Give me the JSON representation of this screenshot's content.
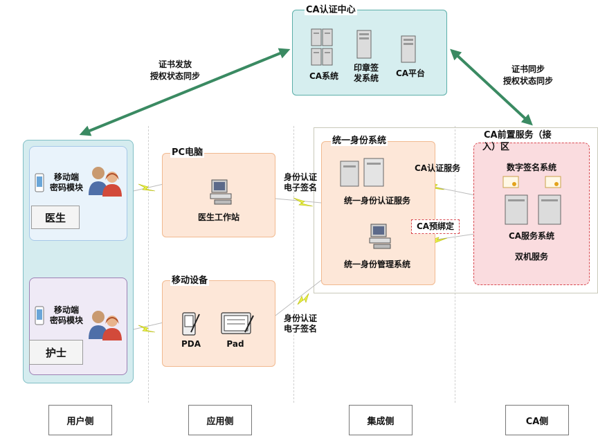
{
  "ca_center": {
    "title": "CA认证中心",
    "items": [
      {
        "label": "CA系统"
      },
      {
        "label_line1": "印章签",
        "label_line2": "发系统"
      },
      {
        "label": "CA平台"
      }
    ]
  },
  "links": {
    "left_top_line1": "证书发放",
    "left_top_line2": "授权状态同步",
    "right_top_line1": "证书同步",
    "right_top_line2": "授权状态同步",
    "auth_pc_line1": "身份认证",
    "auth_pc_line2": "电子签名",
    "auth_mobile_line1": "身份认证",
    "auth_mobile_line2": "电子签名",
    "ca_auth_service": "CA认证服务",
    "ca_prebind": "CA预绑定"
  },
  "user_side": {
    "doctor": {
      "module_line1": "移动端",
      "module_line2": "密码模块",
      "role": "医生"
    },
    "nurse": {
      "module_line1": "移动端",
      "module_line2": "密码模块",
      "role": "护士"
    }
  },
  "app_side": {
    "pc": {
      "title": "PC电脑",
      "label": "医生工作站"
    },
    "mobile": {
      "title": "移动设备",
      "pda": "PDA",
      "pad": "Pad"
    }
  },
  "integration": {
    "title": "统一身份系统",
    "auth_service": "统一身份认证服务",
    "mgmt_system": "统一身份管理系统"
  },
  "ca_front": {
    "title_line1": "CA前置服务（接",
    "title_line2": "入）区",
    "digital_sign": "数字签名系统",
    "ca_service": "CA服务系统",
    "dual": "双机服务"
  },
  "bottom": [
    "用户侧",
    "应用侧",
    "集成侧",
    "CA侧"
  ],
  "colors": {
    "ca_center_fill": "#d6eeef",
    "ca_center_border": "#5aaea8",
    "user_panel": "#d5ecef",
    "doctor_fill": "#e9f3fb",
    "nurse_fill": "#efeaf6",
    "app_fill": "#fde7d8",
    "app_border": "#f1b98f",
    "front_fill": "#fadcdf",
    "front_border": "#d9484f",
    "arrow": "#3a8a62",
    "lightning": "#e8f04a"
  }
}
